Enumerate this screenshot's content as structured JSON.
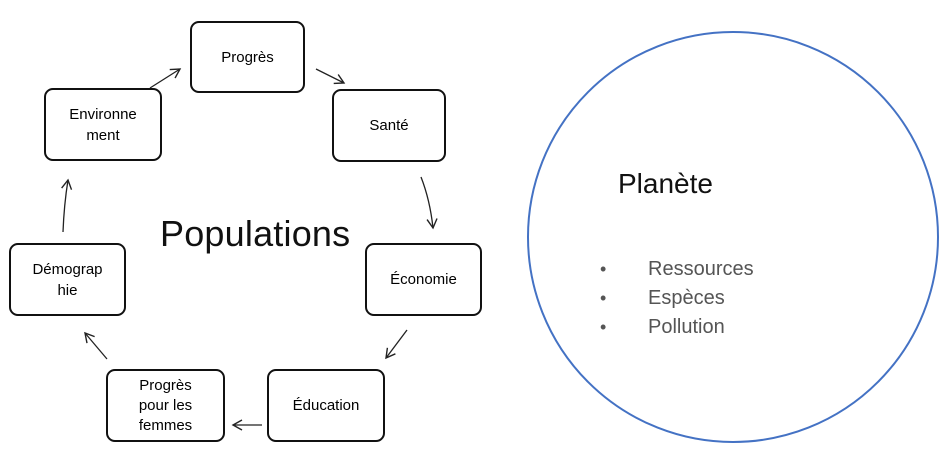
{
  "cycle": {
    "center_label": "Populations",
    "nodes": [
      {
        "id": "progres",
        "lines": [
          "Progrès"
        ]
      },
      {
        "id": "sante",
        "lines": [
          "Santé"
        ]
      },
      {
        "id": "economie",
        "lines": [
          "Économie"
        ]
      },
      {
        "id": "education",
        "lines": [
          "Éducation"
        ]
      },
      {
        "id": "progres-femmes",
        "lines": [
          "Progrès",
          "pour les",
          "femmes"
        ]
      },
      {
        "id": "demographie",
        "lines": [
          "Démograp",
          "hie"
        ]
      },
      {
        "id": "environnement",
        "lines": [
          "Environne",
          "ment"
        ]
      }
    ]
  },
  "planet": {
    "title": "Planète",
    "items": [
      "Ressources",
      "Espèces",
      "Pollution"
    ],
    "circle_color": "#4472c4"
  }
}
